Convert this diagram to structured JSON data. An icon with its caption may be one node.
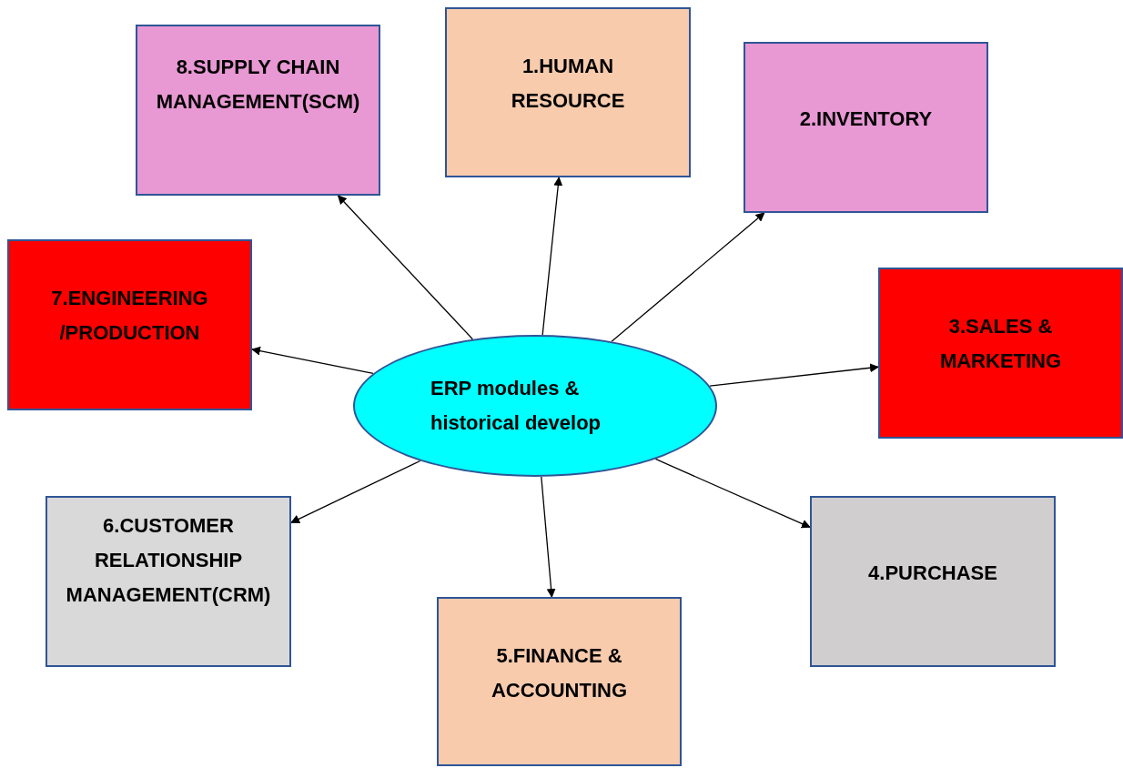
{
  "diagram": {
    "nodes": [
      {
        "text": [
          "ERP modules & historical develop"
        ]
      },
      {
        "text": [
          "1.HUMAN RESOURCE"
        ]
      },
      {
        "text": [
          "2.INVENTORY"
        ]
      },
      {
        "text": [
          "3.SALES & MARKETING"
        ]
      },
      {
        "text": [
          "4.PURCHASE"
        ]
      },
      {
        "text": [
          "5.FINANCE & ACCOUNTING"
        ]
      },
      {
        "text": [
          "6.CUSTOMER RELATIONSHIP MANAGEMENT(CRM)"
        ]
      },
      {
        "text": [
          "7.ENGINEERING /PRODUCTION"
        ]
      },
      {
        "text": [
          "8.SUPPLY CHAIN MANAGEMENT(SCM)"
        ]
      }
    ],
    "edges": [
      {
        "from": 0,
        "to": 1,
        "arrow": "to"
      },
      {
        "from": 0,
        "to": 2,
        "arrow": "to"
      },
      {
        "from": 0,
        "to": 3,
        "arrow": "to"
      },
      {
        "from": 0,
        "to": 4,
        "arrow": "to"
      },
      {
        "from": 0,
        "to": 5,
        "arrow": "to"
      },
      {
        "from": 0,
        "to": 6,
        "arrow": "to"
      },
      {
        "from": 0,
        "to": 7,
        "arrow": "to"
      },
      {
        "from": 0,
        "to": 8,
        "arrow": "to"
      }
    ]
  }
}
